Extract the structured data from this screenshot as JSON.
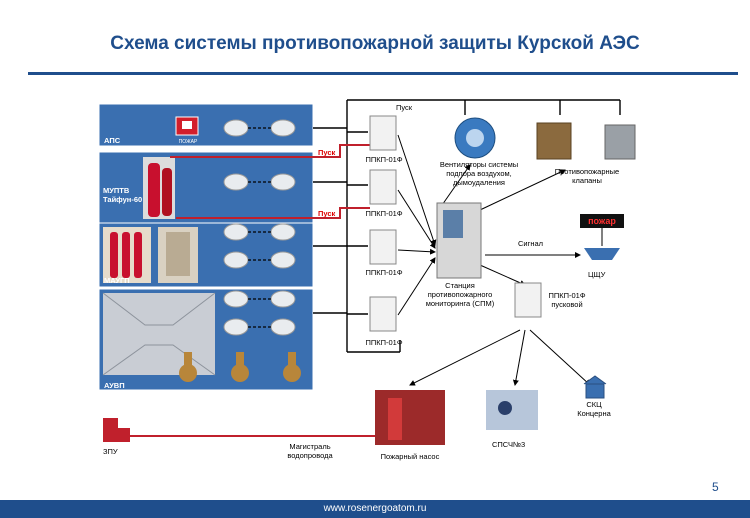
{
  "title": "Схема системы противопожарной защиты Курской АЭС",
  "page_number": "5",
  "footer_url": "www.rosenergoatom.ru",
  "zones": {
    "aps": "АПС",
    "muptv": "МУПТВ\nТайфун-60",
    "maugp": "МАУГП",
    "auvp": "АУВП"
  },
  "pozhar_sign_small": "ПОЖАР",
  "pusk_labels": [
    "Пуск",
    "Пуск",
    "Пуск"
  ],
  "ppkp_labels": [
    "ППКП-01Ф",
    "ППКП-01Ф",
    "ППКП-01Ф",
    "ППКП-01Ф"
  ],
  "ventilators": "Вентиляторы системы подпора воздухом, дымоудаления",
  "fire_valves": "Противопожарные клапаны",
  "station": "Станция противопожарного мониторинга (СПМ)",
  "signal": "Сигнал",
  "pozhar_sign": "пожар",
  "tsshu": "ЦЩУ",
  "ppkp_pusk": "ППКП-01Ф пусковой",
  "skts": "СКЦ Концерна",
  "spsch": "СПСЧ№3",
  "pump": "Пожарный насос",
  "main_line": "Магистраль водопровода",
  "zpu": "ЗПУ",
  "colors": {
    "title_blue": "#1f4e8c",
    "panel_blue": "#3a6fb0",
    "line_red": "#c0202c"
  }
}
